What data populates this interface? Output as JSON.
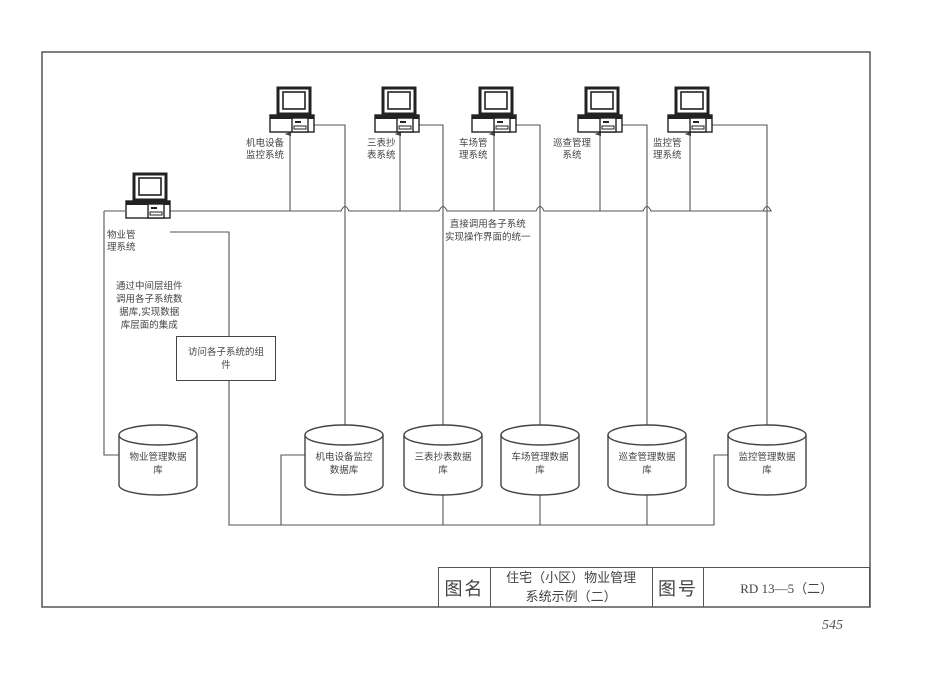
{
  "diagram": {
    "subsystems": [
      {
        "id": "mech",
        "label_lines": [
          "机电设备",
          "监控系统"
        ],
        "db_lines": [
          "机电设备监控",
          "数据库"
        ]
      },
      {
        "id": "meter",
        "label_lines": [
          "三表抄",
          "表系统"
        ],
        "db_lines": [
          "三表抄表数据",
          "库"
        ]
      },
      {
        "id": "parking",
        "label_lines": [
          "车场管",
          "理系统"
        ],
        "db_lines": [
          "车场管理数据",
          "库"
        ]
      },
      {
        "id": "patrol",
        "label_lines": [
          "巡查管理",
          "系统"
        ],
        "db_lines": [
          "巡查管理数据",
          "库"
        ]
      },
      {
        "id": "monitor",
        "label_lines": [
          "监控管",
          "理系统"
        ],
        "db_lines": [
          "监控管理数据",
          "库"
        ]
      }
    ],
    "main_system": {
      "label_lines": [
        "物业管",
        "理系统"
      ],
      "db_lines": [
        "物业管理数据",
        "库"
      ]
    },
    "notes": {
      "ui_integration": [
        "直接调用各子系统",
        "实现操作界面的统一"
      ],
      "db_integration": [
        "通过中间层组件",
        "调用各子系统数",
        "据库,实现数据",
        "库层面的集成"
      ]
    },
    "component_box": [
      "访问各子系统的组",
      "件"
    ],
    "connectors": [
      "main_system -> bus -> each subsystem workstation (arrow up)",
      "each subsystem workstation -> own database",
      "main_system -> component_box -> database bus -> mech/meter/parking/patrol/monitor databases",
      "main_system -> main database"
    ]
  },
  "title_block": {
    "name_key": "图名",
    "name_value_lines": [
      "住宅（小区）物业管理",
      "系统示例（二）"
    ],
    "number_key": "图号",
    "number_value": "RD 13—5（二）"
  },
  "page_number": "545"
}
